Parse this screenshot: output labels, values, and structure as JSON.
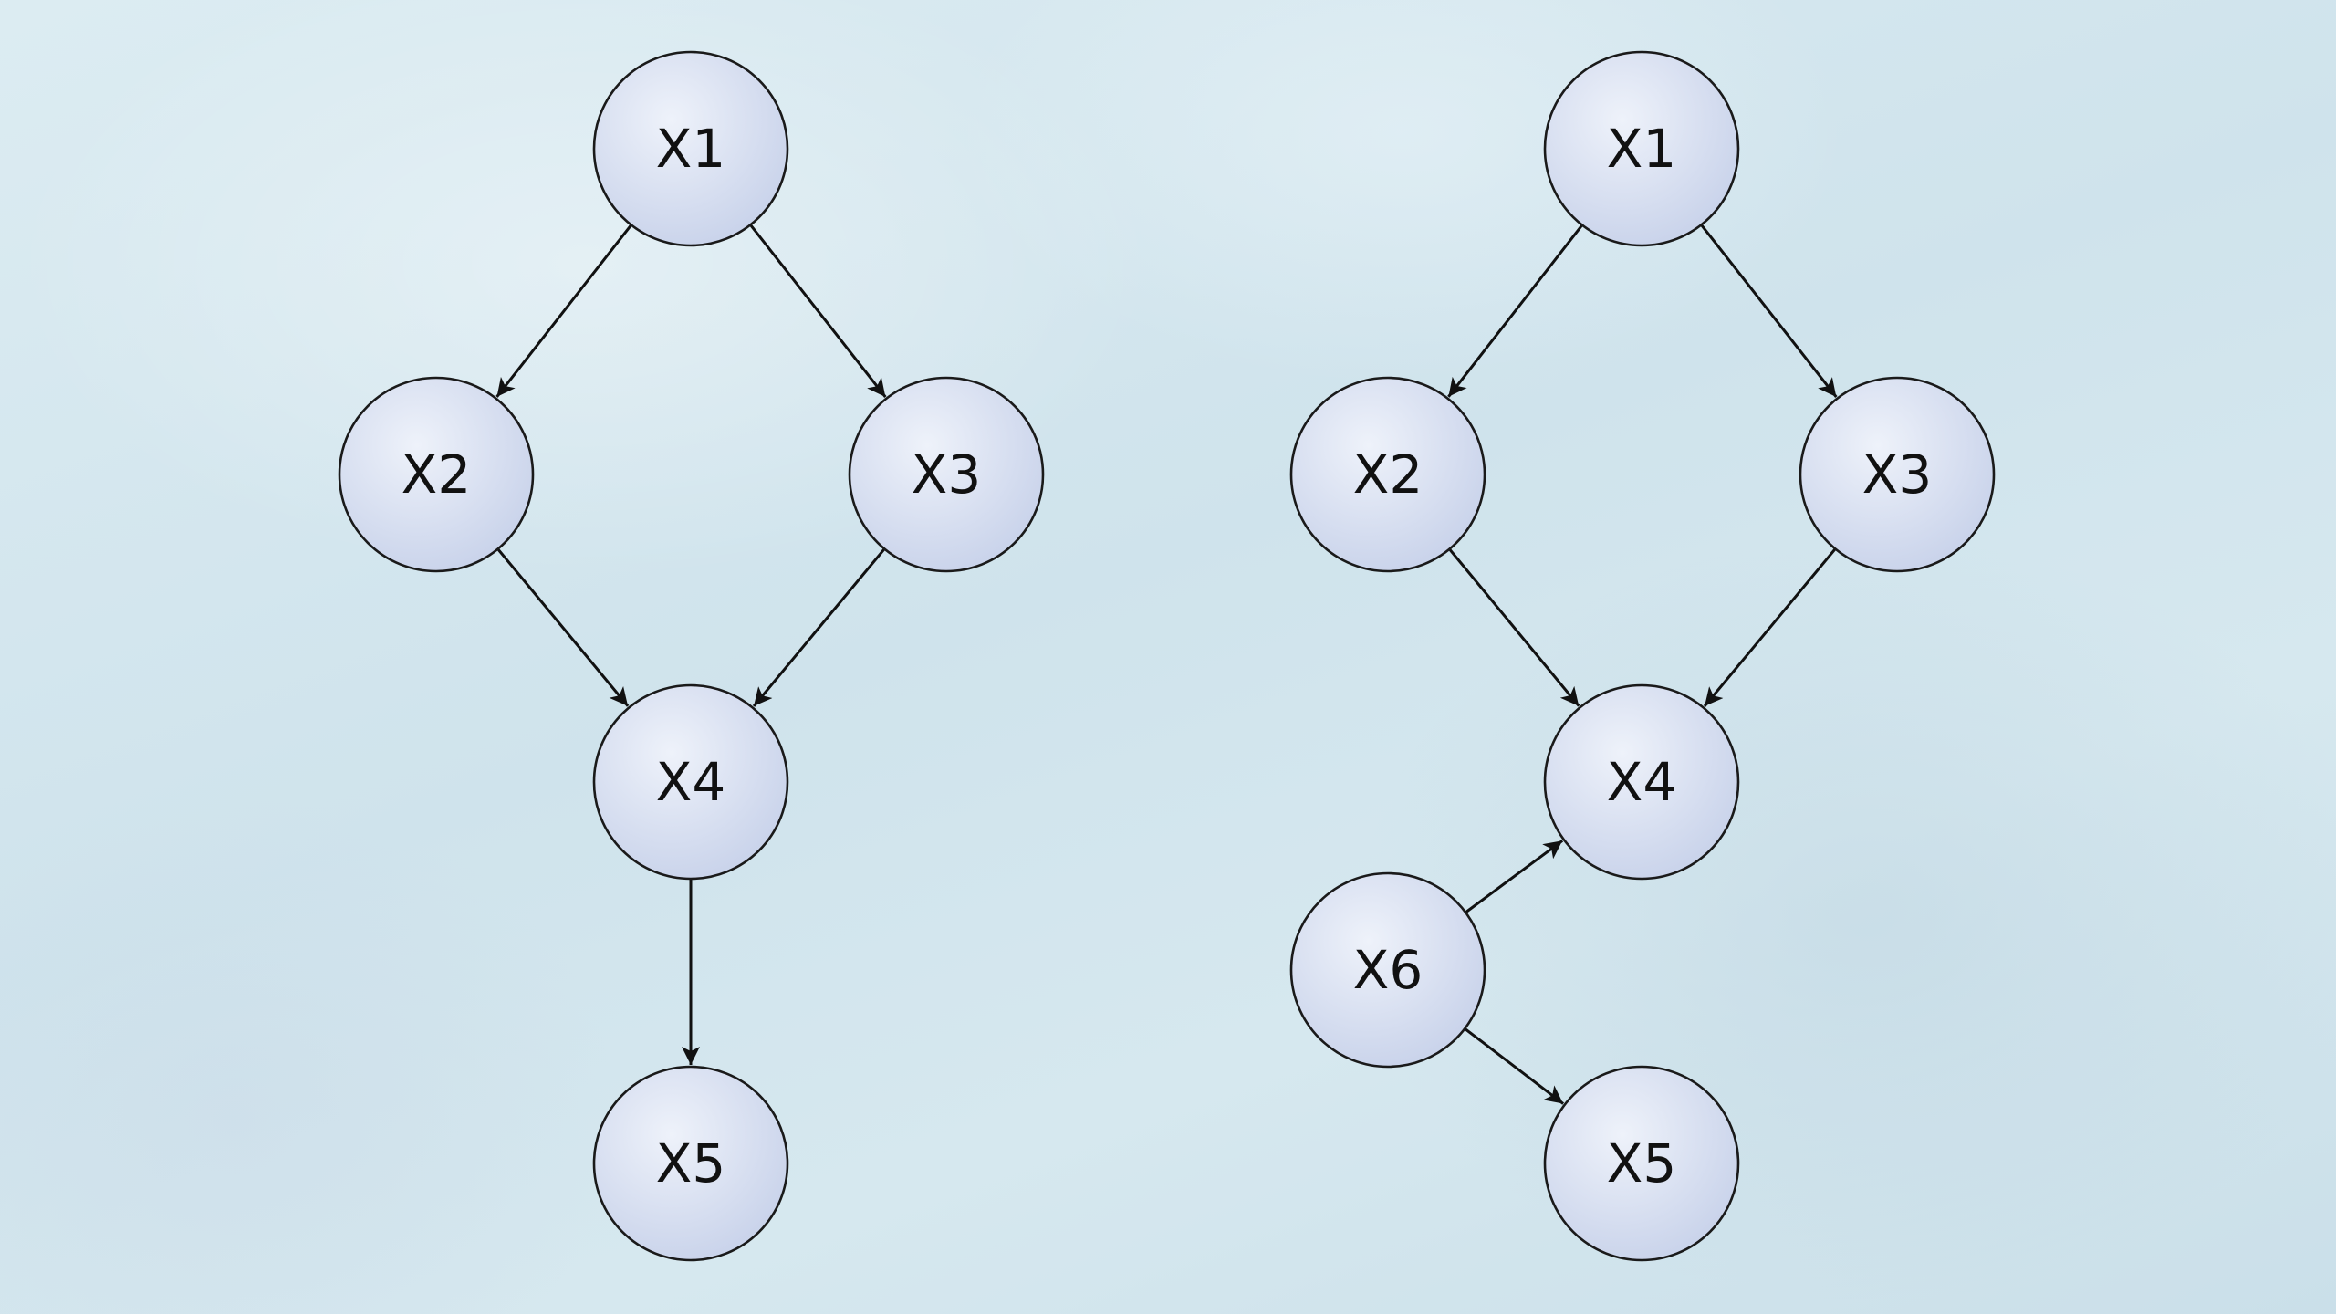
{
  "diagrams": [
    {
      "nodes": [
        {
          "id": "X1",
          "label": "X1"
        },
        {
          "id": "X2",
          "label": "X2"
        },
        {
          "id": "X3",
          "label": "X3"
        },
        {
          "id": "X4",
          "label": "X4"
        },
        {
          "id": "X5",
          "label": "X5"
        }
      ],
      "edges": [
        {
          "from": "X1",
          "to": "X2"
        },
        {
          "from": "X1",
          "to": "X3"
        },
        {
          "from": "X2",
          "to": "X4"
        },
        {
          "from": "X3",
          "to": "X4"
        },
        {
          "from": "X4",
          "to": "X5"
        }
      ]
    },
    {
      "nodes": [
        {
          "id": "X1",
          "label": "X1"
        },
        {
          "id": "X2",
          "label": "X2"
        },
        {
          "id": "X3",
          "label": "X3"
        },
        {
          "id": "X4",
          "label": "X4"
        },
        {
          "id": "X6",
          "label": "X6"
        },
        {
          "id": "X5",
          "label": "X5"
        }
      ],
      "edges": [
        {
          "from": "X1",
          "to": "X2"
        },
        {
          "from": "X1",
          "to": "X3"
        },
        {
          "from": "X2",
          "to": "X4"
        },
        {
          "from": "X3",
          "to": "X4"
        },
        {
          "from": "X6",
          "to": "X4"
        },
        {
          "from": "X6",
          "to": "X5"
        }
      ]
    }
  ],
  "colors": {
    "node_fill_light": "#e9eef8",
    "node_fill_dark": "#c9d3ea",
    "stroke": "#1a1a1a"
  }
}
